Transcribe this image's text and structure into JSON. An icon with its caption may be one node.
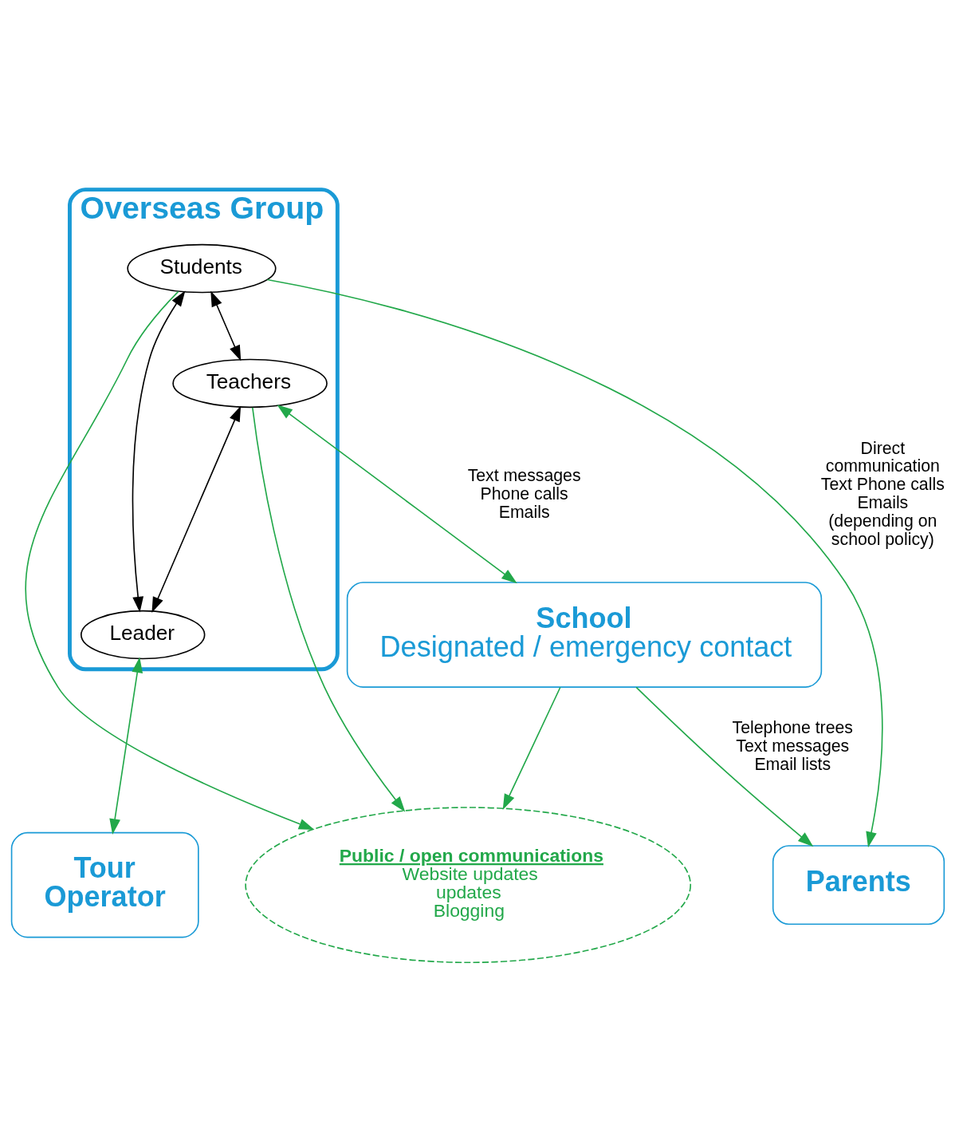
{
  "diagram": {
    "nodes": [
      {
        "text": [
          "Overseas Group"
        ]
      },
      {
        "text": [
          "Teachers"
        ],
        "in": 0
      },
      {
        "text": [
          "Students"
        ],
        "in": 0
      },
      {
        "text": [
          "Leader"
        ],
        "in": 0
      },
      {
        "text": [
          "Tour Operator"
        ]
      },
      {
        "text": [
          "Public / open communications",
          "Website updates",
          "updates",
          "Blogging"
        ]
      },
      {
        "text": [
          "School",
          "Designated / emergency contact"
        ]
      },
      {
        "text": [
          "Parents"
        ]
      }
    ],
    "edges": [
      {
        "from": 2,
        "to": 1,
        "arrow": "both",
        "color": "#000000"
      },
      {
        "from": 1,
        "to": 3,
        "arrow": "both",
        "color": "#000000"
      },
      {
        "from": 2,
        "to": 3,
        "arrow": "both",
        "color": "#000000"
      },
      {
        "from": 3,
        "to": 4,
        "arrow": "both"
      },
      {
        "from": 1,
        "to": 5,
        "arrow": "to"
      },
      {
        "from": 2,
        "to": 5,
        "arrow": "to"
      },
      {
        "from": 1,
        "to": 6,
        "arrow": "both",
        "label": "Text messages Phone calls Emails"
      },
      {
        "from": 6,
        "to": 5,
        "arrow": "to"
      },
      {
        "from": 2,
        "to": 7,
        "arrow": "to",
        "label": "Direct communication Text Phone calls Emails (depending on school policy)"
      },
      {
        "from": 6,
        "to": 7,
        "arrow": "to",
        "label": "Telephone trees Text messages Email lists"
      }
    ]
  }
}
